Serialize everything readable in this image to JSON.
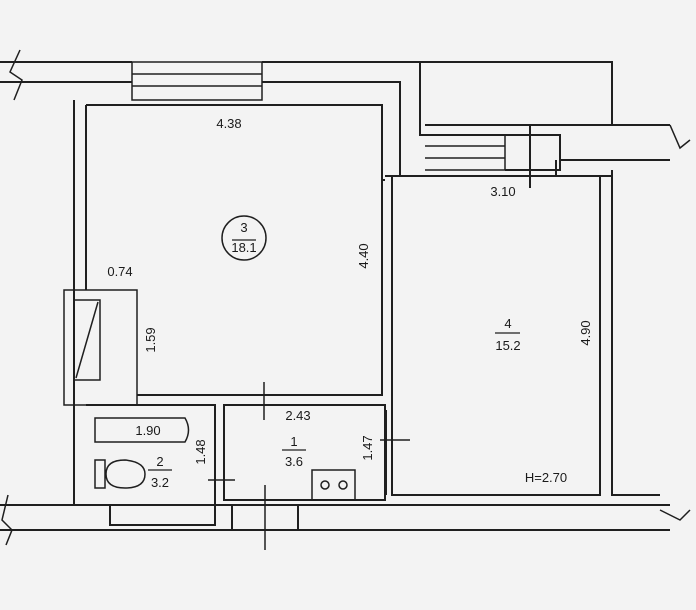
{
  "rooms": [
    {
      "number": "3",
      "area": "18.1"
    },
    {
      "number": "4",
      "area": "15.2"
    },
    {
      "number": "2",
      "area": "3.2"
    },
    {
      "number": "1",
      "area": "3.6"
    }
  ],
  "dimensions": {
    "room3_width": "4.38",
    "room3_height": "4.40",
    "room4_width": "3.10",
    "room4_height": "4.90",
    "shaft_width": "0.74",
    "shaft_height": "1.59",
    "bath_length": "1.90",
    "bath_height": "1.48",
    "hall_width": "2.43",
    "hall_height": "1.47"
  },
  "ceiling_height": "H=2.70"
}
